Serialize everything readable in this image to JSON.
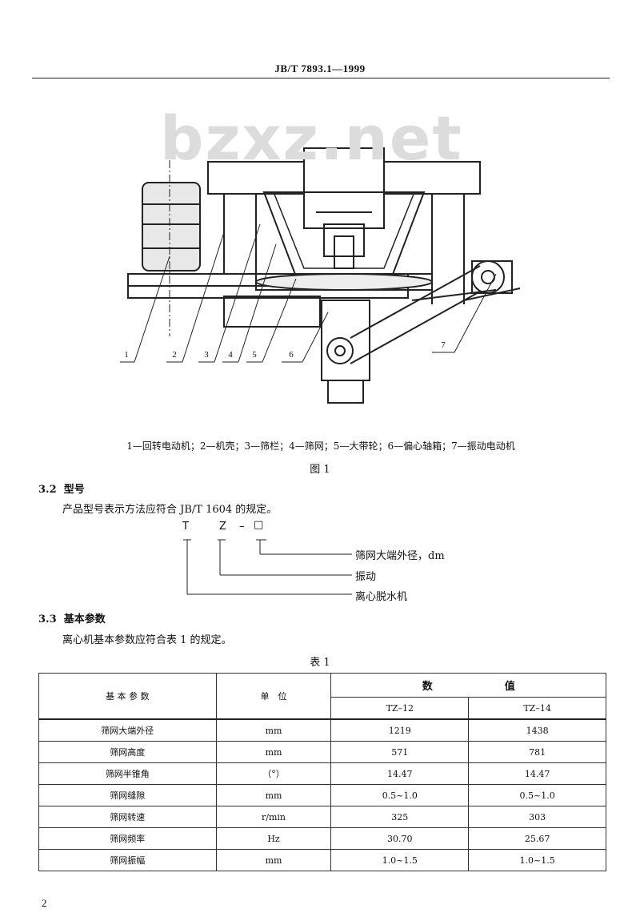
{
  "header": {
    "standard_no": "JB/T 7893.1—1999"
  },
  "watermark": "bzxz.net",
  "figure": {
    "callouts": [
      "1",
      "2",
      "3",
      "4",
      "5",
      "6",
      "7"
    ],
    "legend": "1—回转电动机；2—机壳；3—筛栏；4—筛网；5—大带轮；6—偏心轴箱；7—振动电动机",
    "caption": "图 1"
  },
  "section_3_2": {
    "number": "3.2",
    "title": "型号",
    "body": "产品型号表示方法应符合 JB/T 1604 的规定。",
    "model_code": {
      "c1": "T",
      "c2": "Z",
      "dash": "–",
      "box": "□"
    },
    "annotations": [
      "筛网大端外径，dm",
      "振动",
      "离心脱水机"
    ]
  },
  "section_3_3": {
    "number": "3.3",
    "title": "基本参数",
    "body": "离心机基本参数应符合表 1 的规定。"
  },
  "table": {
    "caption": "表 1",
    "headers": {
      "param": "基 本 参 数",
      "unit": "单　位",
      "value_left": "数",
      "value_right": "值",
      "model1": "TZ–12",
      "model2": "TZ–14"
    },
    "rows": [
      {
        "param": "筛网大端外径",
        "unit": "mm",
        "v1": "1219",
        "v2": "1438"
      },
      {
        "param": "筛网高度",
        "unit": "mm",
        "v1": "571",
        "v2": "781"
      },
      {
        "param": "筛网半锥角",
        "unit": "（°）",
        "v1": "14.47",
        "v2": "14.47"
      },
      {
        "param": "筛网缝隙",
        "unit": "mm",
        "v1": "0.5~1.0",
        "v2": "0.5~1.0"
      },
      {
        "param": "筛网转速",
        "unit": "r/min",
        "v1": "325",
        "v2": "303"
      },
      {
        "param": "筛网频率",
        "unit": "Hz",
        "v1": "30.70",
        "v2": "25.67"
      },
      {
        "param": "筛网振幅",
        "unit": "mm",
        "v1": "1.0~1.5",
        "v2": "1.0~1.5"
      }
    ]
  },
  "page_number": "2"
}
